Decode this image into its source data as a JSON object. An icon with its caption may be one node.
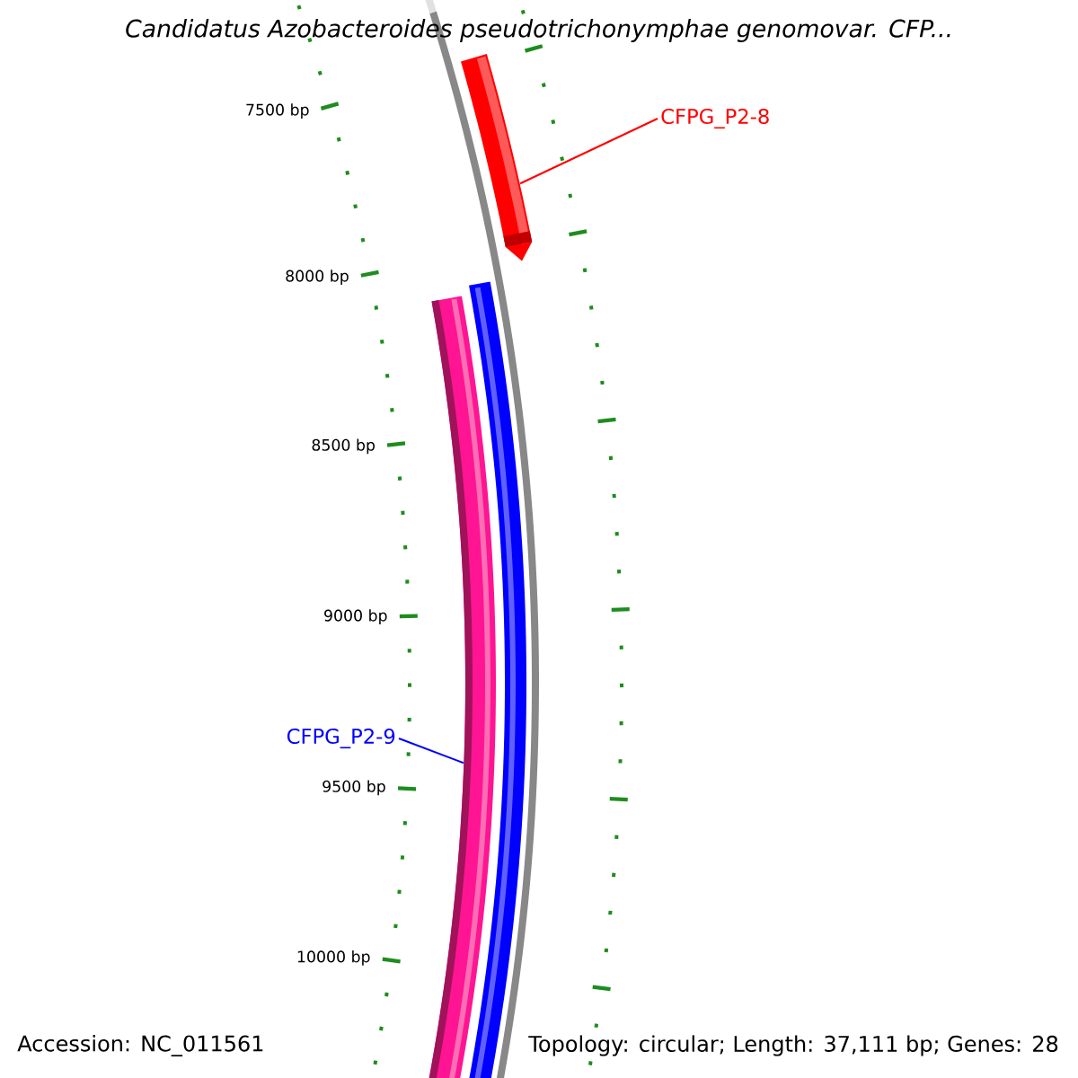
{
  "diagram": {
    "title": "Candidatus Azobacteroides pseudotrichonymphae genomovar. CFP...",
    "nodes": [
      {
        "text": [
          "CFPG_P2-8"
        ]
      },
      {
        "text": [],
        "shape": "arrow"
      },
      {
        "text": [
          "CFPG_P2-9"
        ]
      },
      {
        "text": [],
        "shape": "bar"
      }
    ],
    "edges": [
      {
        "from": 0,
        "to": 1,
        "arrow": "none",
        "color": "#ff0000"
      },
      {
        "from": 2,
        "to": 3,
        "arrow": "none",
        "color": "#0000ff"
      }
    ],
    "labels": [
      "7500 bp",
      "8000 bp",
      "8500 bp",
      "9000 bp",
      "9500 bp",
      "10000 bp",
      "Accession: NC_011561",
      "Topology: circular; Length: 37,111 bp; Genes: 28"
    ]
  }
}
